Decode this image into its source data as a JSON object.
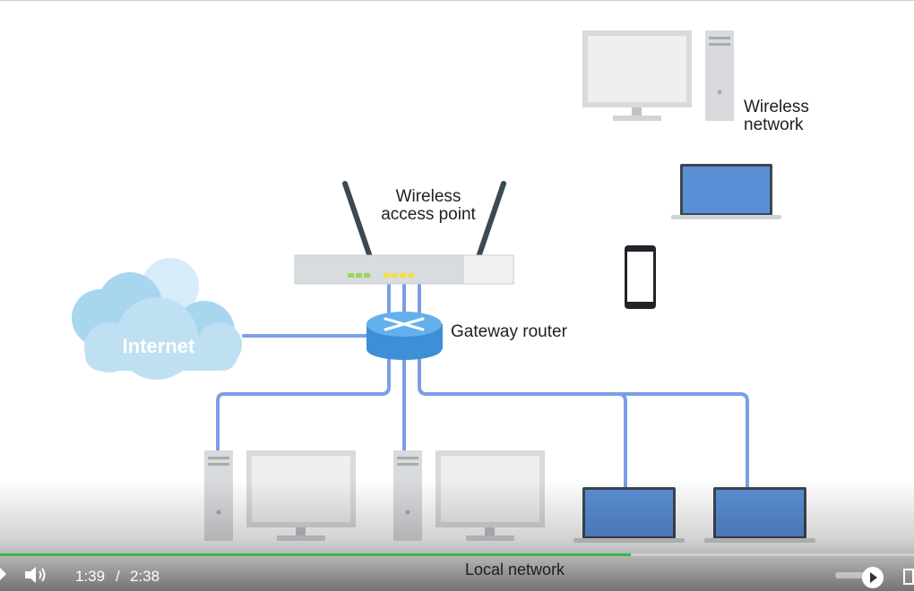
{
  "diagram": {
    "labels": {
      "wireless_network": [
        "Wireless",
        "network"
      ],
      "wireless_access_point": [
        "Wireless",
        "access point"
      ],
      "gateway_router": "Gateway router",
      "internet": "Internet",
      "local_network": "Local network"
    },
    "colors": {
      "cable": "#7b9ee6",
      "laptop_screen": "#5a8fd6",
      "cloud": "#bfe0f3",
      "cloud_dark": "#a9d6ef",
      "router": "#3d8fd6",
      "led_green": "#9bd65a",
      "led_yellow": "#f2e23a"
    }
  },
  "player": {
    "current_time": "1:39",
    "separator": "/",
    "duration": "2:38",
    "progress": 0.69,
    "volume_icon": "speaker-icon",
    "toggle_icon": "play-circle-icon"
  }
}
